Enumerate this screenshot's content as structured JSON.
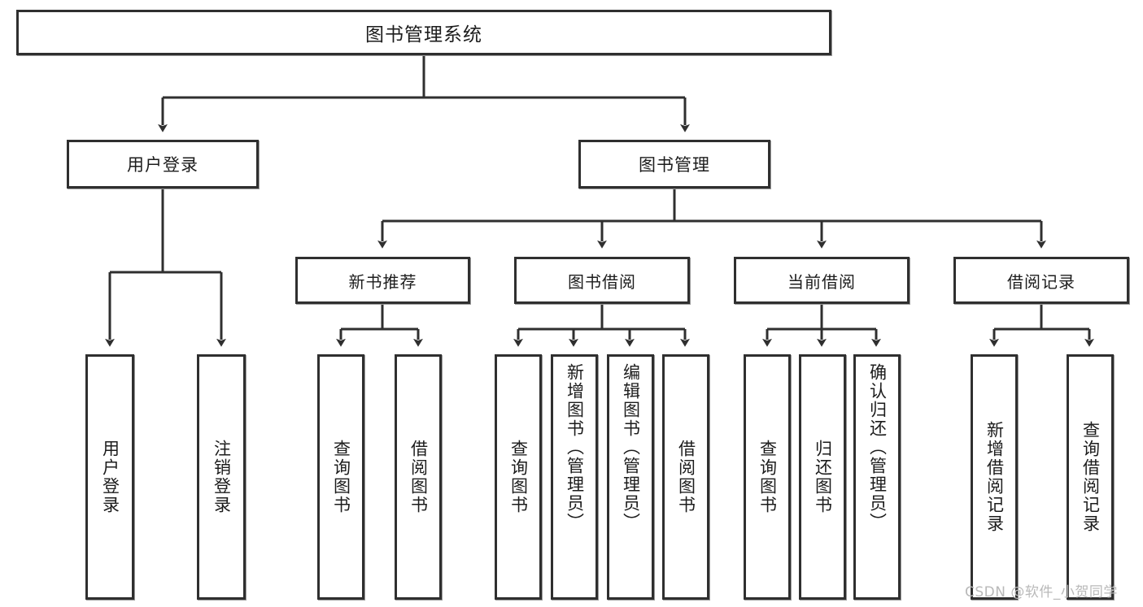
{
  "diagram": {
    "type": "tree",
    "title": "图书管理系统",
    "watermark": "CSDN @软件_小贺同学",
    "colors": {
      "border": "#2f2f2f",
      "fill": "#ffffff",
      "line": "#2f2f2f",
      "text": "#1c1c1c",
      "watermark": "#b9b9b9"
    },
    "nodes": {
      "root": {
        "label": "图书管理系统"
      },
      "level1": [
        {
          "id": "user-login",
          "label": "用户登录"
        },
        {
          "id": "book-manage",
          "label": "图书管理"
        }
      ],
      "level2": [
        {
          "id": "new-book-rec",
          "label": "新书推荐"
        },
        {
          "id": "book-borrow",
          "label": "图书借阅"
        },
        {
          "id": "current-borrow",
          "label": "当前借阅"
        },
        {
          "id": "borrow-record",
          "label": "借阅记录"
        }
      ],
      "leaves": {
        "user-login": [
          {
            "id": "leaf-user-login",
            "label": "用户登录"
          },
          {
            "id": "leaf-logout",
            "label": "注销登录"
          }
        ],
        "new-book-rec": [
          {
            "id": "leaf-query-book-1",
            "label": "查询图书"
          },
          {
            "id": "leaf-borrow-book-1",
            "label": "借阅图书"
          }
        ],
        "book-borrow": [
          {
            "id": "leaf-query-book-2",
            "label": "查询图书"
          },
          {
            "id": "leaf-add-book",
            "label": "新增图书（管理员）"
          },
          {
            "id": "leaf-edit-book",
            "label": "编辑图书（管理员）"
          },
          {
            "id": "leaf-borrow-book-2",
            "label": "借阅图书"
          }
        ],
        "current-borrow": [
          {
            "id": "leaf-query-book-3",
            "label": "查询图书"
          },
          {
            "id": "leaf-return-book",
            "label": "归还图书"
          },
          {
            "id": "leaf-confirm-return",
            "label": "确认归还（管理员）"
          }
        ],
        "borrow-record": [
          {
            "id": "leaf-add-record",
            "label": "新增借阅记录"
          },
          {
            "id": "leaf-query-record",
            "label": "查询借阅记录"
          }
        ]
      }
    }
  }
}
